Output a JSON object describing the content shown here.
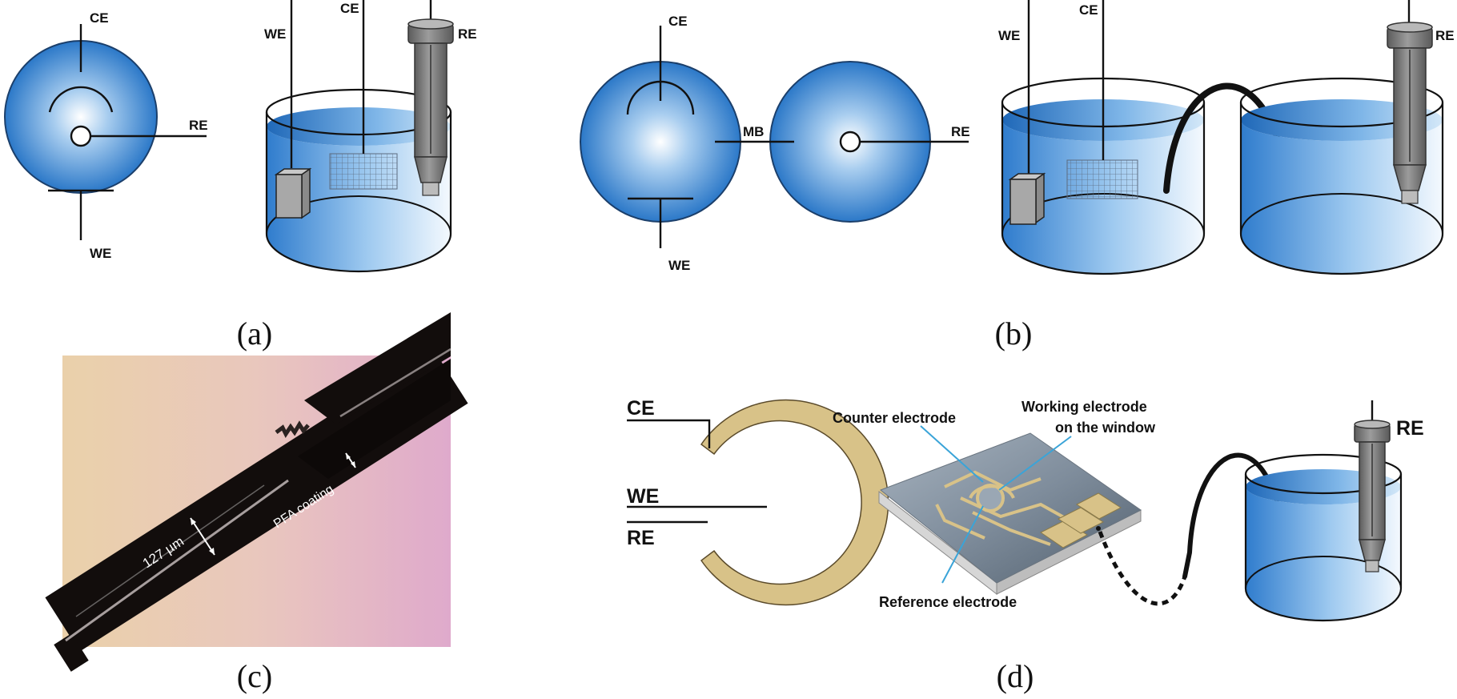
{
  "panels": {
    "a": {
      "caption": "(a)",
      "labels": {
        "ce": "CE",
        "we": "WE",
        "re": "RE"
      }
    },
    "b": {
      "caption": "(b)",
      "labels": {
        "ce": "CE",
        "we": "WE",
        "re": "RE",
        "mb": "MB"
      }
    },
    "c": {
      "caption": "(c)",
      "annotations": {
        "diameter": "127 µm",
        "coating": "PFA coating"
      }
    },
    "d": {
      "caption": "(d)",
      "labels": {
        "ce": "CE",
        "we": "WE",
        "re": "RE"
      },
      "callouts": {
        "counter": "Counter electrode",
        "working_1": "Working electrode",
        "working_2": "on the window",
        "reference": "Reference electrode"
      }
    }
  },
  "colors": {
    "electrolyte": "#2b78c8",
    "electrolyte_light": "#eef6fd",
    "gold": "#d8c288",
    "steel": "#7c7c7c"
  }
}
